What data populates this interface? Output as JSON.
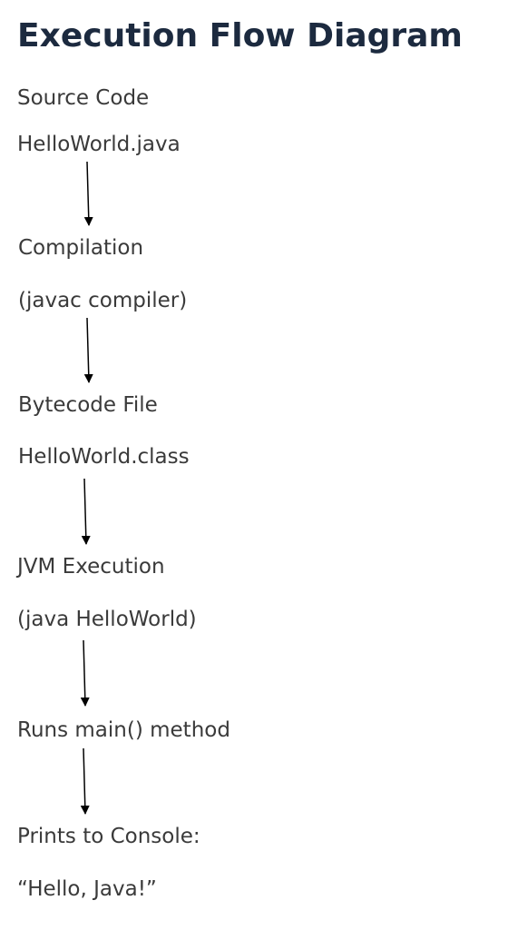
{
  "diagram": {
    "title": "Execution Flow Diagram",
    "steps": [
      {
        "line1": "Source Code",
        "line2": "HelloWorld.java"
      },
      {
        "line1": "Compilation",
        "line2": "(javac compiler)"
      },
      {
        "line1": "Bytecode File",
        "line2": "HelloWorld.class"
      },
      {
        "line1": "JVM Execution",
        "line2": "(java HelloWorld)"
      },
      {
        "line1": "Runs main() method"
      },
      {
        "line1": "Prints to Console:",
        "line2": "“Hello, Java!”"
      }
    ],
    "colors": {
      "title": "#1c2a3f",
      "text": "#3a3a3a",
      "arrow": "#000000",
      "background": "#ffffff"
    }
  }
}
